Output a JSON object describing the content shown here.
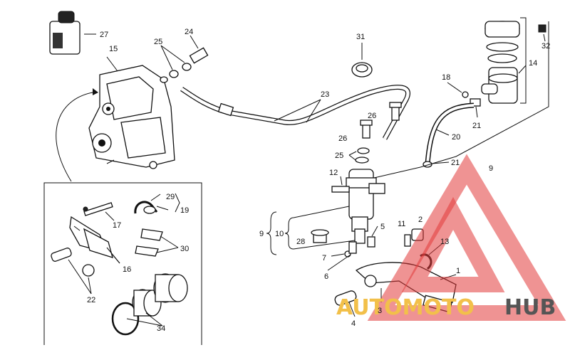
{
  "diagram": {
    "callouts": [
      {
        "id": "c27",
        "text": "27"
      },
      {
        "id": "c15",
        "text": "15"
      },
      {
        "id": "c25a",
        "text": "25"
      },
      {
        "id": "c24",
        "text": "24"
      },
      {
        "id": "c31",
        "text": "31"
      },
      {
        "id": "c23",
        "text": "23"
      },
      {
        "id": "c26a",
        "text": "26"
      },
      {
        "id": "c26b",
        "text": "26"
      },
      {
        "id": "c25b",
        "text": "25"
      },
      {
        "id": "c12",
        "text": "12"
      },
      {
        "id": "c18",
        "text": "18"
      },
      {
        "id": "c14",
        "text": "14"
      },
      {
        "id": "c32",
        "text": "32"
      },
      {
        "id": "c21a",
        "text": "21"
      },
      {
        "id": "c20",
        "text": "20"
      },
      {
        "id": "c21b",
        "text": "21"
      },
      {
        "id": "c9a",
        "text": "9"
      },
      {
        "id": "c29",
        "text": "29"
      },
      {
        "id": "c19",
        "text": "19"
      },
      {
        "id": "c17",
        "text": "17"
      },
      {
        "id": "c30",
        "text": "30"
      },
      {
        "id": "c16",
        "text": "16"
      },
      {
        "id": "c22",
        "text": "22"
      },
      {
        "id": "c34",
        "text": "34"
      },
      {
        "id": "c9b",
        "text": "9"
      },
      {
        "id": "c10",
        "text": "10"
      },
      {
        "id": "c28",
        "text": "28"
      },
      {
        "id": "c5",
        "text": "5"
      },
      {
        "id": "c7",
        "text": "7"
      },
      {
        "id": "c6",
        "text": "6"
      },
      {
        "id": "c11",
        "text": "11"
      },
      {
        "id": "c2",
        "text": "2"
      },
      {
        "id": "c13",
        "text": "13"
      },
      {
        "id": "c1",
        "text": "1"
      },
      {
        "id": "c3",
        "text": "3"
      },
      {
        "id": "c4",
        "text": "4"
      }
    ]
  },
  "watermark": {
    "word_a": "AUTOMOTO",
    "word_b": "HUB",
    "color_triangle": "#e23b3b",
    "color_word_a": "#f2c04a",
    "color_word_b": "#555555"
  }
}
